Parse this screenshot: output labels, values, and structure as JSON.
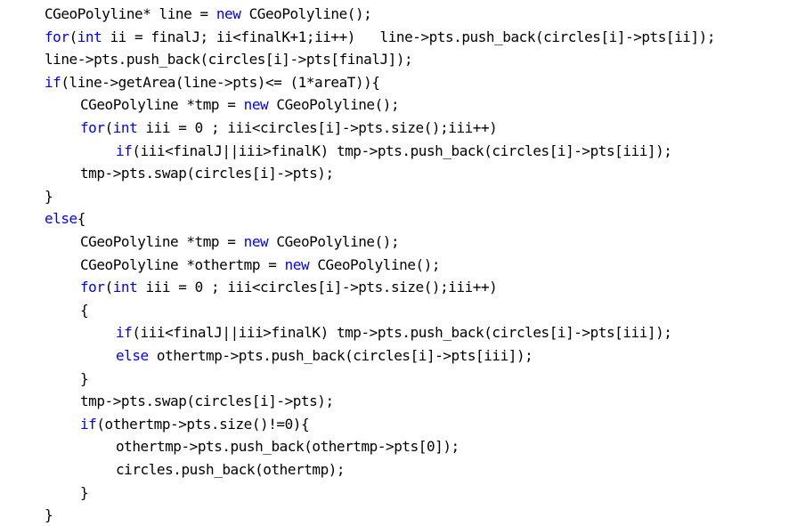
{
  "colors": {
    "background": "#ffffff",
    "text": "#000000",
    "keyword": "#0000ff"
  },
  "code": {
    "lines": [
      {
        "indent": 1,
        "tokens": [
          {
            "t": "CGeoPolyline* line = ",
            "k": "plain"
          },
          {
            "t": "new",
            "k": "keyword"
          },
          {
            "t": " CGeoPolyline();",
            "k": "plain"
          }
        ]
      },
      {
        "indent": 1,
        "tokens": [
          {
            "t": "for",
            "k": "keyword"
          },
          {
            "t": "(",
            "k": "plain"
          },
          {
            "t": "int",
            "k": "keyword"
          },
          {
            "t": " ii = finalJ; ii<finalK+1;ii++)   line->pts.push_back(circles[i]->pts[ii]);",
            "k": "plain"
          }
        ]
      },
      {
        "indent": 1,
        "tokens": [
          {
            "t": "line->pts.push_back(circles[i]->pts[finalJ]);",
            "k": "plain"
          }
        ]
      },
      {
        "indent": 1,
        "tokens": [
          {
            "t": "if",
            "k": "keyword"
          },
          {
            "t": "(line->getArea(line->pts)<= (1*areaT)){",
            "k": "plain"
          }
        ]
      },
      {
        "indent": 2,
        "tokens": [
          {
            "t": "CGeoPolyline *tmp = ",
            "k": "plain"
          },
          {
            "t": "new",
            "k": "keyword"
          },
          {
            "t": " CGeoPolyline();",
            "k": "plain"
          }
        ]
      },
      {
        "indent": 2,
        "tokens": [
          {
            "t": "for",
            "k": "keyword"
          },
          {
            "t": "(",
            "k": "plain"
          },
          {
            "t": "int",
            "k": "keyword"
          },
          {
            "t": " iii = 0 ; iii<circles[i]->pts.size();iii++)",
            "k": "plain"
          }
        ]
      },
      {
        "indent": 3,
        "tokens": [
          {
            "t": "if",
            "k": "keyword"
          },
          {
            "t": "(iii<finalJ||iii>finalK) tmp->pts.push_back(circles[i]->pts[iii]);",
            "k": "plain"
          }
        ]
      },
      {
        "indent": 2,
        "tokens": [
          {
            "t": "tmp->pts.swap(circles[i]->pts);",
            "k": "plain"
          }
        ]
      },
      {
        "indent": 1,
        "tokens": [
          {
            "t": "}",
            "k": "plain"
          }
        ]
      },
      {
        "indent": 1,
        "tokens": [
          {
            "t": "else",
            "k": "keyword"
          },
          {
            "t": "{",
            "k": "plain"
          }
        ]
      },
      {
        "indent": 2,
        "tokens": [
          {
            "t": "CGeoPolyline *tmp = ",
            "k": "plain"
          },
          {
            "t": "new",
            "k": "keyword"
          },
          {
            "t": " CGeoPolyline();",
            "k": "plain"
          }
        ]
      },
      {
        "indent": 2,
        "tokens": [
          {
            "t": "CGeoPolyline *othertmp = ",
            "k": "plain"
          },
          {
            "t": "new",
            "k": "keyword"
          },
          {
            "t": " CGeoPolyline();",
            "k": "plain"
          }
        ]
      },
      {
        "indent": 2,
        "tokens": [
          {
            "t": "for",
            "k": "keyword"
          },
          {
            "t": "(",
            "k": "plain"
          },
          {
            "t": "int",
            "k": "keyword"
          },
          {
            "t": " iii = 0 ; iii<circles[i]->pts.size();iii++)",
            "k": "plain"
          }
        ]
      },
      {
        "indent": 2,
        "tokens": [
          {
            "t": "{",
            "k": "plain"
          }
        ]
      },
      {
        "indent": 3,
        "tokens": [
          {
            "t": "if",
            "k": "keyword"
          },
          {
            "t": "(iii<finalJ||iii>finalK) tmp->pts.push_back(circles[i]->pts[iii]);",
            "k": "plain"
          }
        ]
      },
      {
        "indent": 3,
        "tokens": [
          {
            "t": "else",
            "k": "keyword"
          },
          {
            "t": " othertmp->pts.push_back(circles[i]->pts[iii]);",
            "k": "plain"
          }
        ]
      },
      {
        "indent": 2,
        "tokens": [
          {
            "t": "}",
            "k": "plain"
          }
        ]
      },
      {
        "indent": 2,
        "tokens": [
          {
            "t": "tmp->pts.swap(circles[i]->pts);",
            "k": "plain"
          }
        ]
      },
      {
        "indent": 2,
        "tokens": [
          {
            "t": "if",
            "k": "keyword"
          },
          {
            "t": "(othertmp->pts.size()!=0){",
            "k": "plain"
          }
        ]
      },
      {
        "indent": 3,
        "tokens": [
          {
            "t": "othertmp->pts.push_back(othertmp->pts[0]);",
            "k": "plain"
          }
        ]
      },
      {
        "indent": 3,
        "tokens": [
          {
            "t": "circles.push_back(othertmp);",
            "k": "plain"
          }
        ]
      },
      {
        "indent": 2,
        "tokens": [
          {
            "t": "}",
            "k": "plain"
          }
        ]
      },
      {
        "indent": 1,
        "tokens": [
          {
            "t": "}",
            "k": "plain"
          }
        ]
      }
    ]
  }
}
